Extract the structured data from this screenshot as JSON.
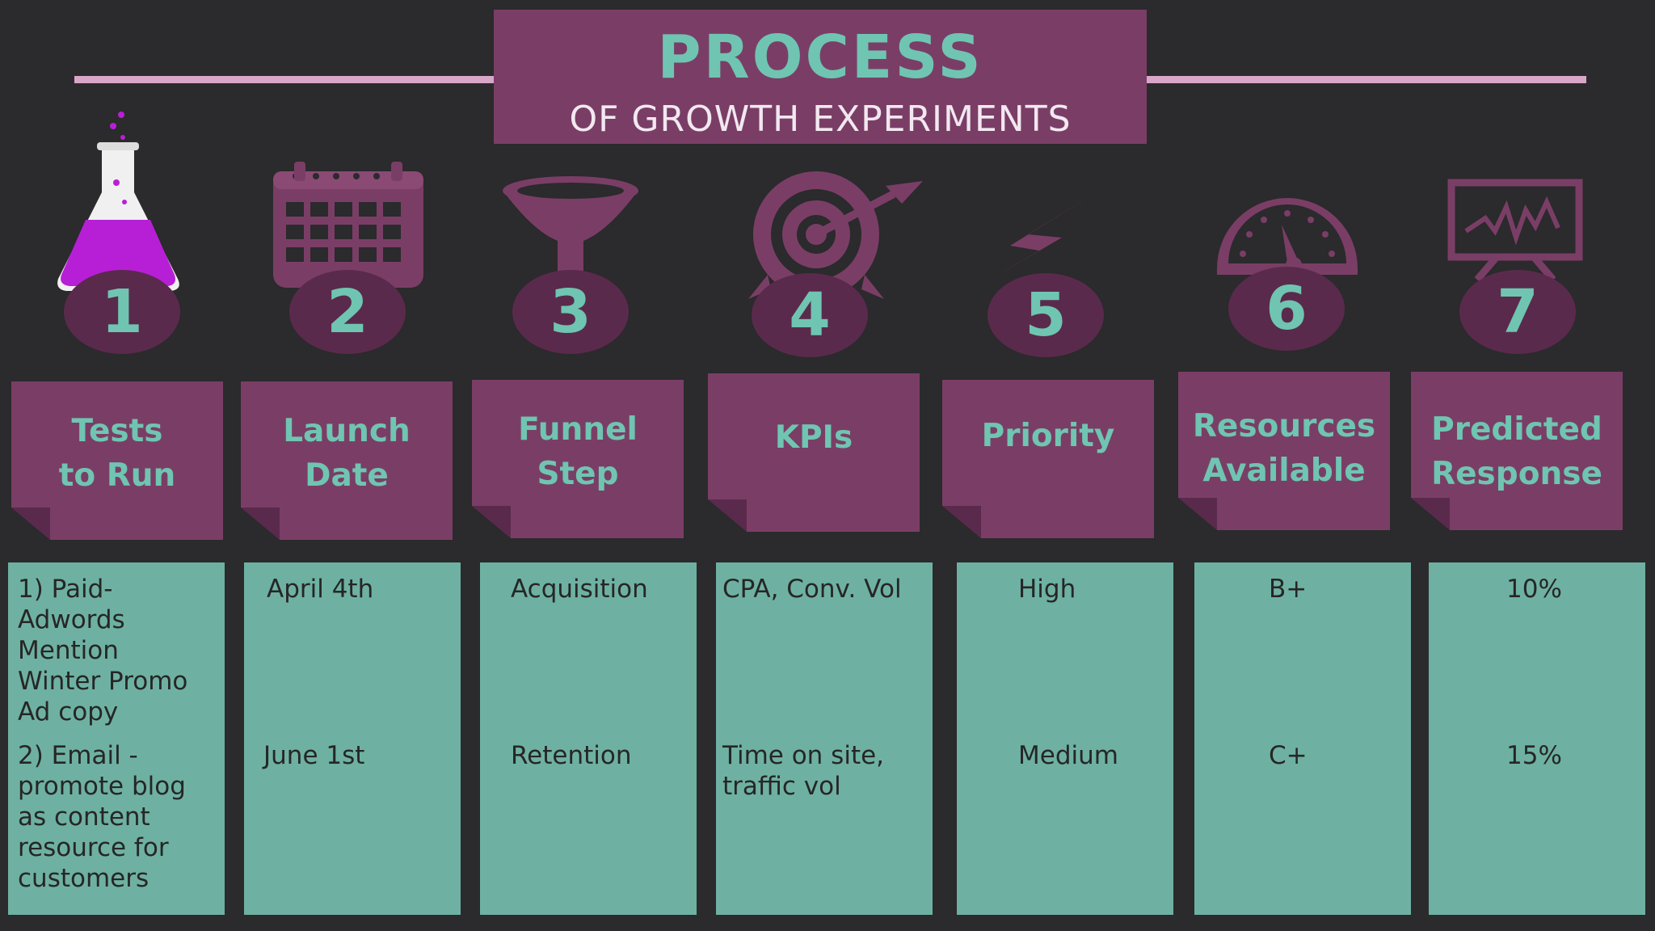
{
  "header": {
    "title": "PROCESS",
    "subtitle": "OF GROWTH EXPERIMENTS"
  },
  "colors": {
    "background": "#2b2a2c",
    "panel": "#7a3e66",
    "accent": "#6fc5b1",
    "cell": "#6eb1a2",
    "flask_liquid": "#b71fd6"
  },
  "columns": [
    {
      "number": "1",
      "label": "Tests\nto Run",
      "icon": "flask-icon",
      "values": [
        "1) Paid-\nAdwords\nMention\nWinter Promo\nAd copy",
        "2) Email -\npromote blog\nas content\n resource for\ncustomers"
      ]
    },
    {
      "number": "2",
      "label": "Launch\nDate",
      "icon": "calendar-icon",
      "values": [
        "April 4th",
        "June 1st"
      ]
    },
    {
      "number": "3",
      "label": "Funnel\nStep",
      "icon": "funnel-icon",
      "values": [
        "Acquisition",
        "Retention"
      ]
    },
    {
      "number": "4",
      "label": "KPIs",
      "icon": "target-icon",
      "values": [
        "CPA, Conv. Vol",
        "Time on site,\ntraffic vol"
      ]
    },
    {
      "number": "5",
      "label": "Priority",
      "icon": "lightning-icon",
      "values": [
        "High",
        "Medium"
      ]
    },
    {
      "number": "6",
      "label": "Resources\nAvailable",
      "icon": "gauge-icon",
      "values": [
        "B+",
        "C+"
      ]
    },
    {
      "number": "7",
      "label": "Predicted\nResponse",
      "icon": "monitor-chart-icon",
      "values": [
        "10%",
        "15%"
      ]
    }
  ]
}
